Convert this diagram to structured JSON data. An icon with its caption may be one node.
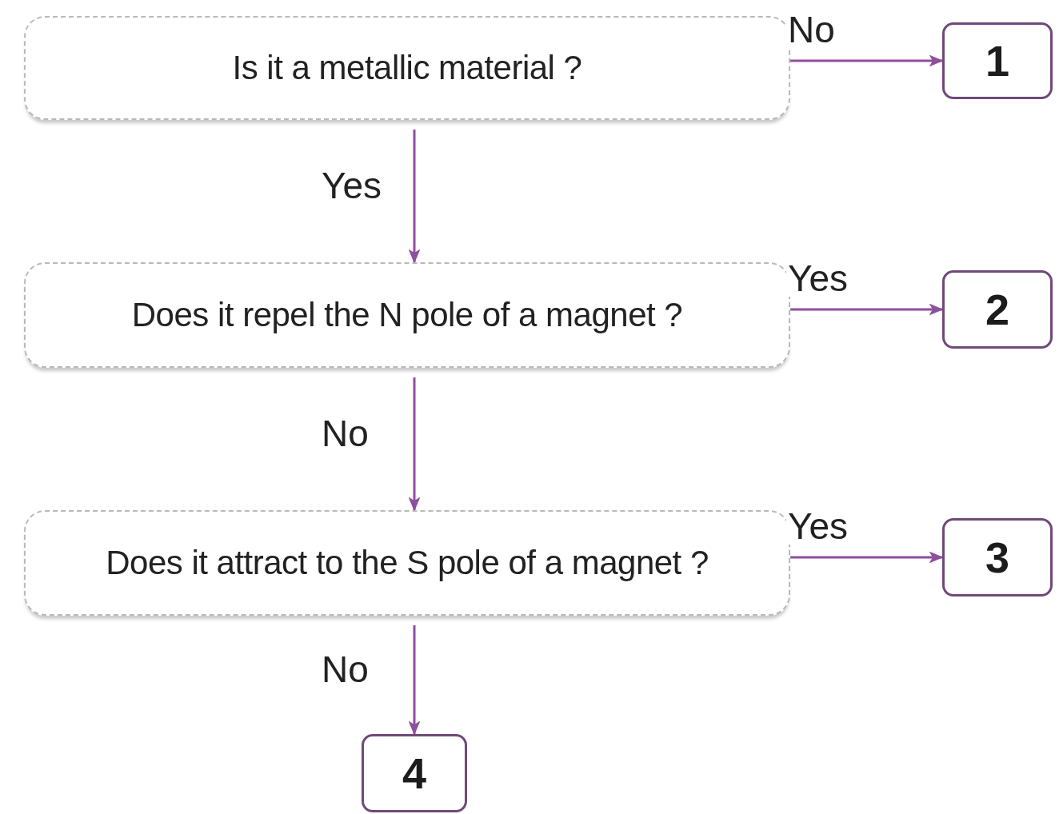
{
  "diagram": {
    "nodes": [
      {
        "text": [
          "Is it a metallic material ?"
        ]
      },
      {
        "text": [
          "1"
        ]
      },
      {
        "text": [
          "Does it repel the N pole of a magnet ?"
        ]
      },
      {
        "text": [
          "2"
        ]
      },
      {
        "text": [
          "Does it attract to the S pole of a magnet ?"
        ]
      },
      {
        "text": [
          "3"
        ]
      },
      {
        "text": [
          "4"
        ]
      }
    ],
    "edges": [
      {
        "from": 0,
        "to": 1,
        "arrow": "to",
        "label": "No"
      },
      {
        "from": 0,
        "to": 2,
        "arrow": "to",
        "label": "Yes"
      },
      {
        "from": 2,
        "to": 3,
        "arrow": "to",
        "label": "Yes"
      },
      {
        "from": 2,
        "to": 4,
        "arrow": "to",
        "label": "No"
      },
      {
        "from": 4,
        "to": 5,
        "arrow": "to",
        "label": "Yes"
      },
      {
        "from": 4,
        "to": 6,
        "arrow": "to",
        "label": "No"
      }
    ]
  }
}
